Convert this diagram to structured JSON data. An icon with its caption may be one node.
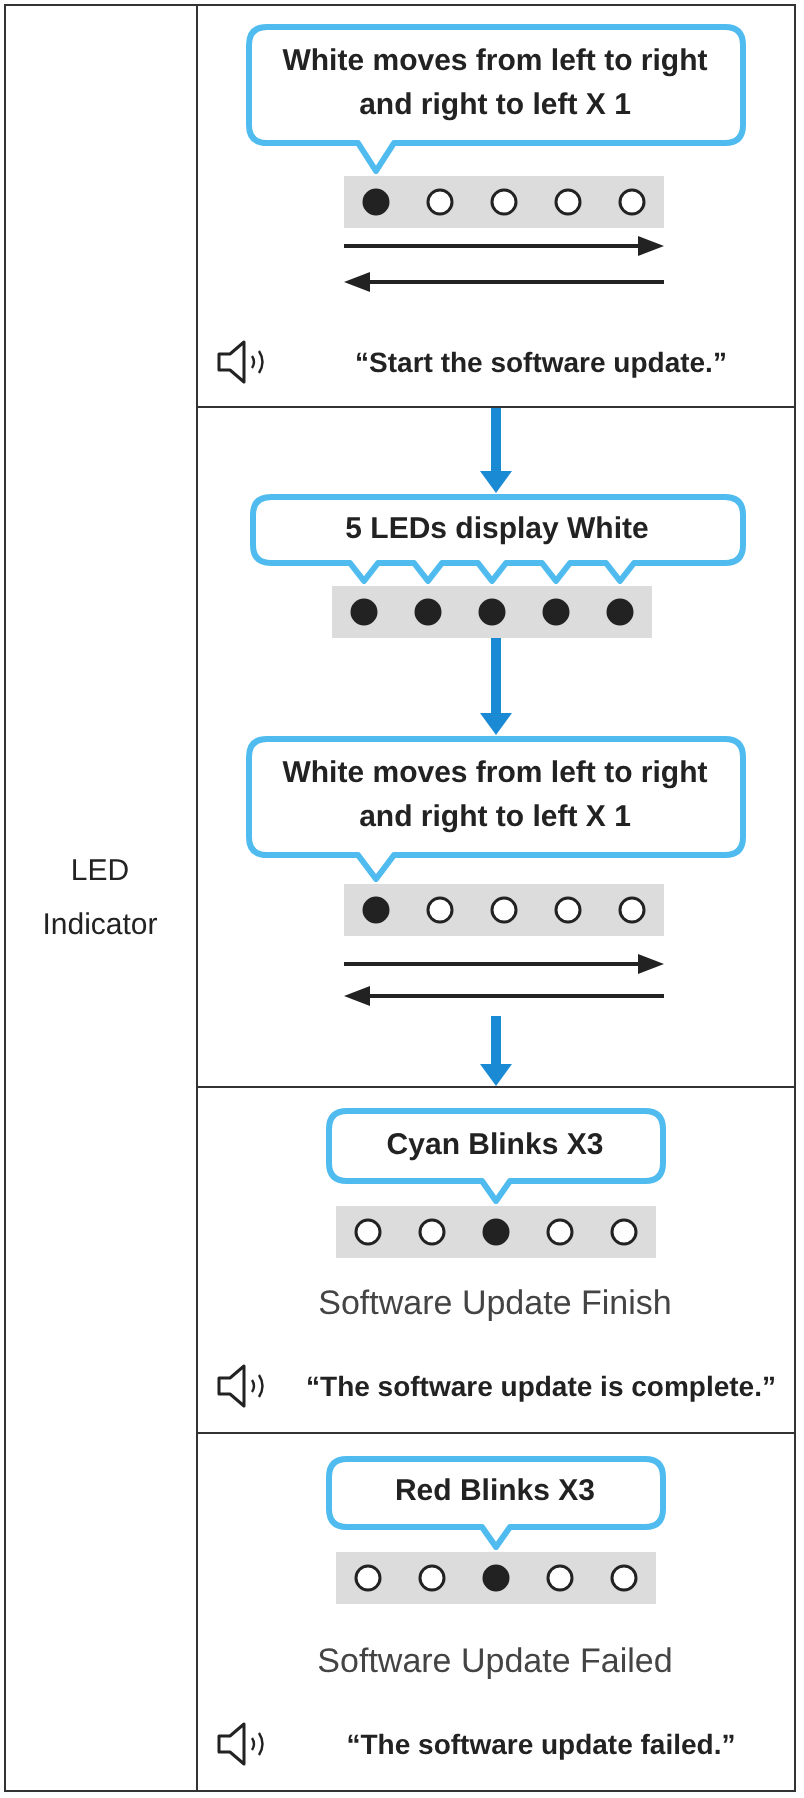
{
  "diagram": {
    "nodes": [
      {
        "text": [
          "LED Indicator"
        ]
      },
      {
        "text": [
          "“Start the software update.”"
        ]
      },
      {
        "text": [
          "White moves from left to right and right to left X 1"
        ],
        "in": 1
      },
      {
        "text": [],
        "shape": "bar",
        "in": 1
      },
      {
        "text": [],
        "shape": "box"
      },
      {
        "text": [
          "5 LEDs display White"
        ],
        "in": 4
      },
      {
        "text": [],
        "shape": "bar",
        "in": 4
      },
      {
        "text": [
          "White moves from left to right and right to left X 1"
        ],
        "in": 4
      },
      {
        "text": [],
        "shape": "bar",
        "in": 4
      },
      {
        "text": [
          "Software Update Finish",
          "“The software update is complete.”"
        ]
      },
      {
        "text": [
          "Cyan Blinks X3"
        ],
        "in": 9
      },
      {
        "text": [],
        "shape": "bar",
        "in": 9
      },
      {
        "text": [
          "Software Update Failed",
          "“The software update failed.”"
        ]
      },
      {
        "text": [
          "Red Blinks X3"
        ],
        "in": 12
      },
      {
        "text": [],
        "shape": "bar",
        "in": 12
      }
    ],
    "edges": [
      {
        "from": 1,
        "to": 5,
        "arrow": "to"
      },
      {
        "from": 6,
        "to": 7,
        "arrow": "to"
      },
      {
        "from": null,
        "to": 9,
        "arrow": "to"
      }
    ]
  }
}
